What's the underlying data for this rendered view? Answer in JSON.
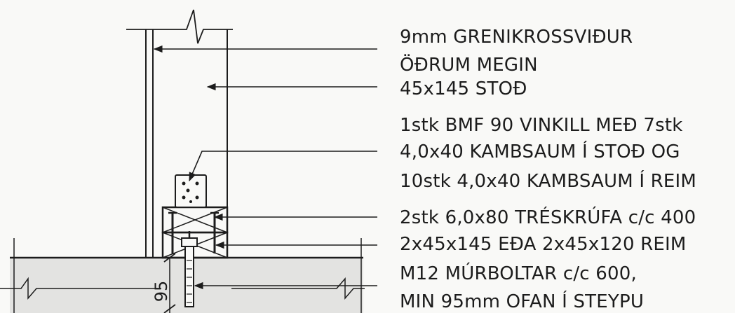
{
  "drawing": {
    "colors": {
      "line": "#1c1c1c",
      "concrete": "#e3e3e1",
      "paper": "#f9f9f7"
    },
    "dimension": "95",
    "labels": [
      "9mm GRENIKROSSVIÐUR",
      "ÖÐRUM MEGIN",
      "45x145 STOÐ",
      "1stk BMF 90 VINKILL MEÐ 7stk",
      "4,0x40 KAMBSAUM Í STOÐ OG",
      "10stk 4,0x40 KAMBSAUM Í REIM",
      "2stk 6,0x80 TRÉSKRÚFA c/c 400",
      "2x45x145 EÐA 2x45x120 REIM",
      "M12 MÚRBOLTAR c/c 600,",
      "MIN 95mm OFAN Í STEYPU"
    ]
  }
}
